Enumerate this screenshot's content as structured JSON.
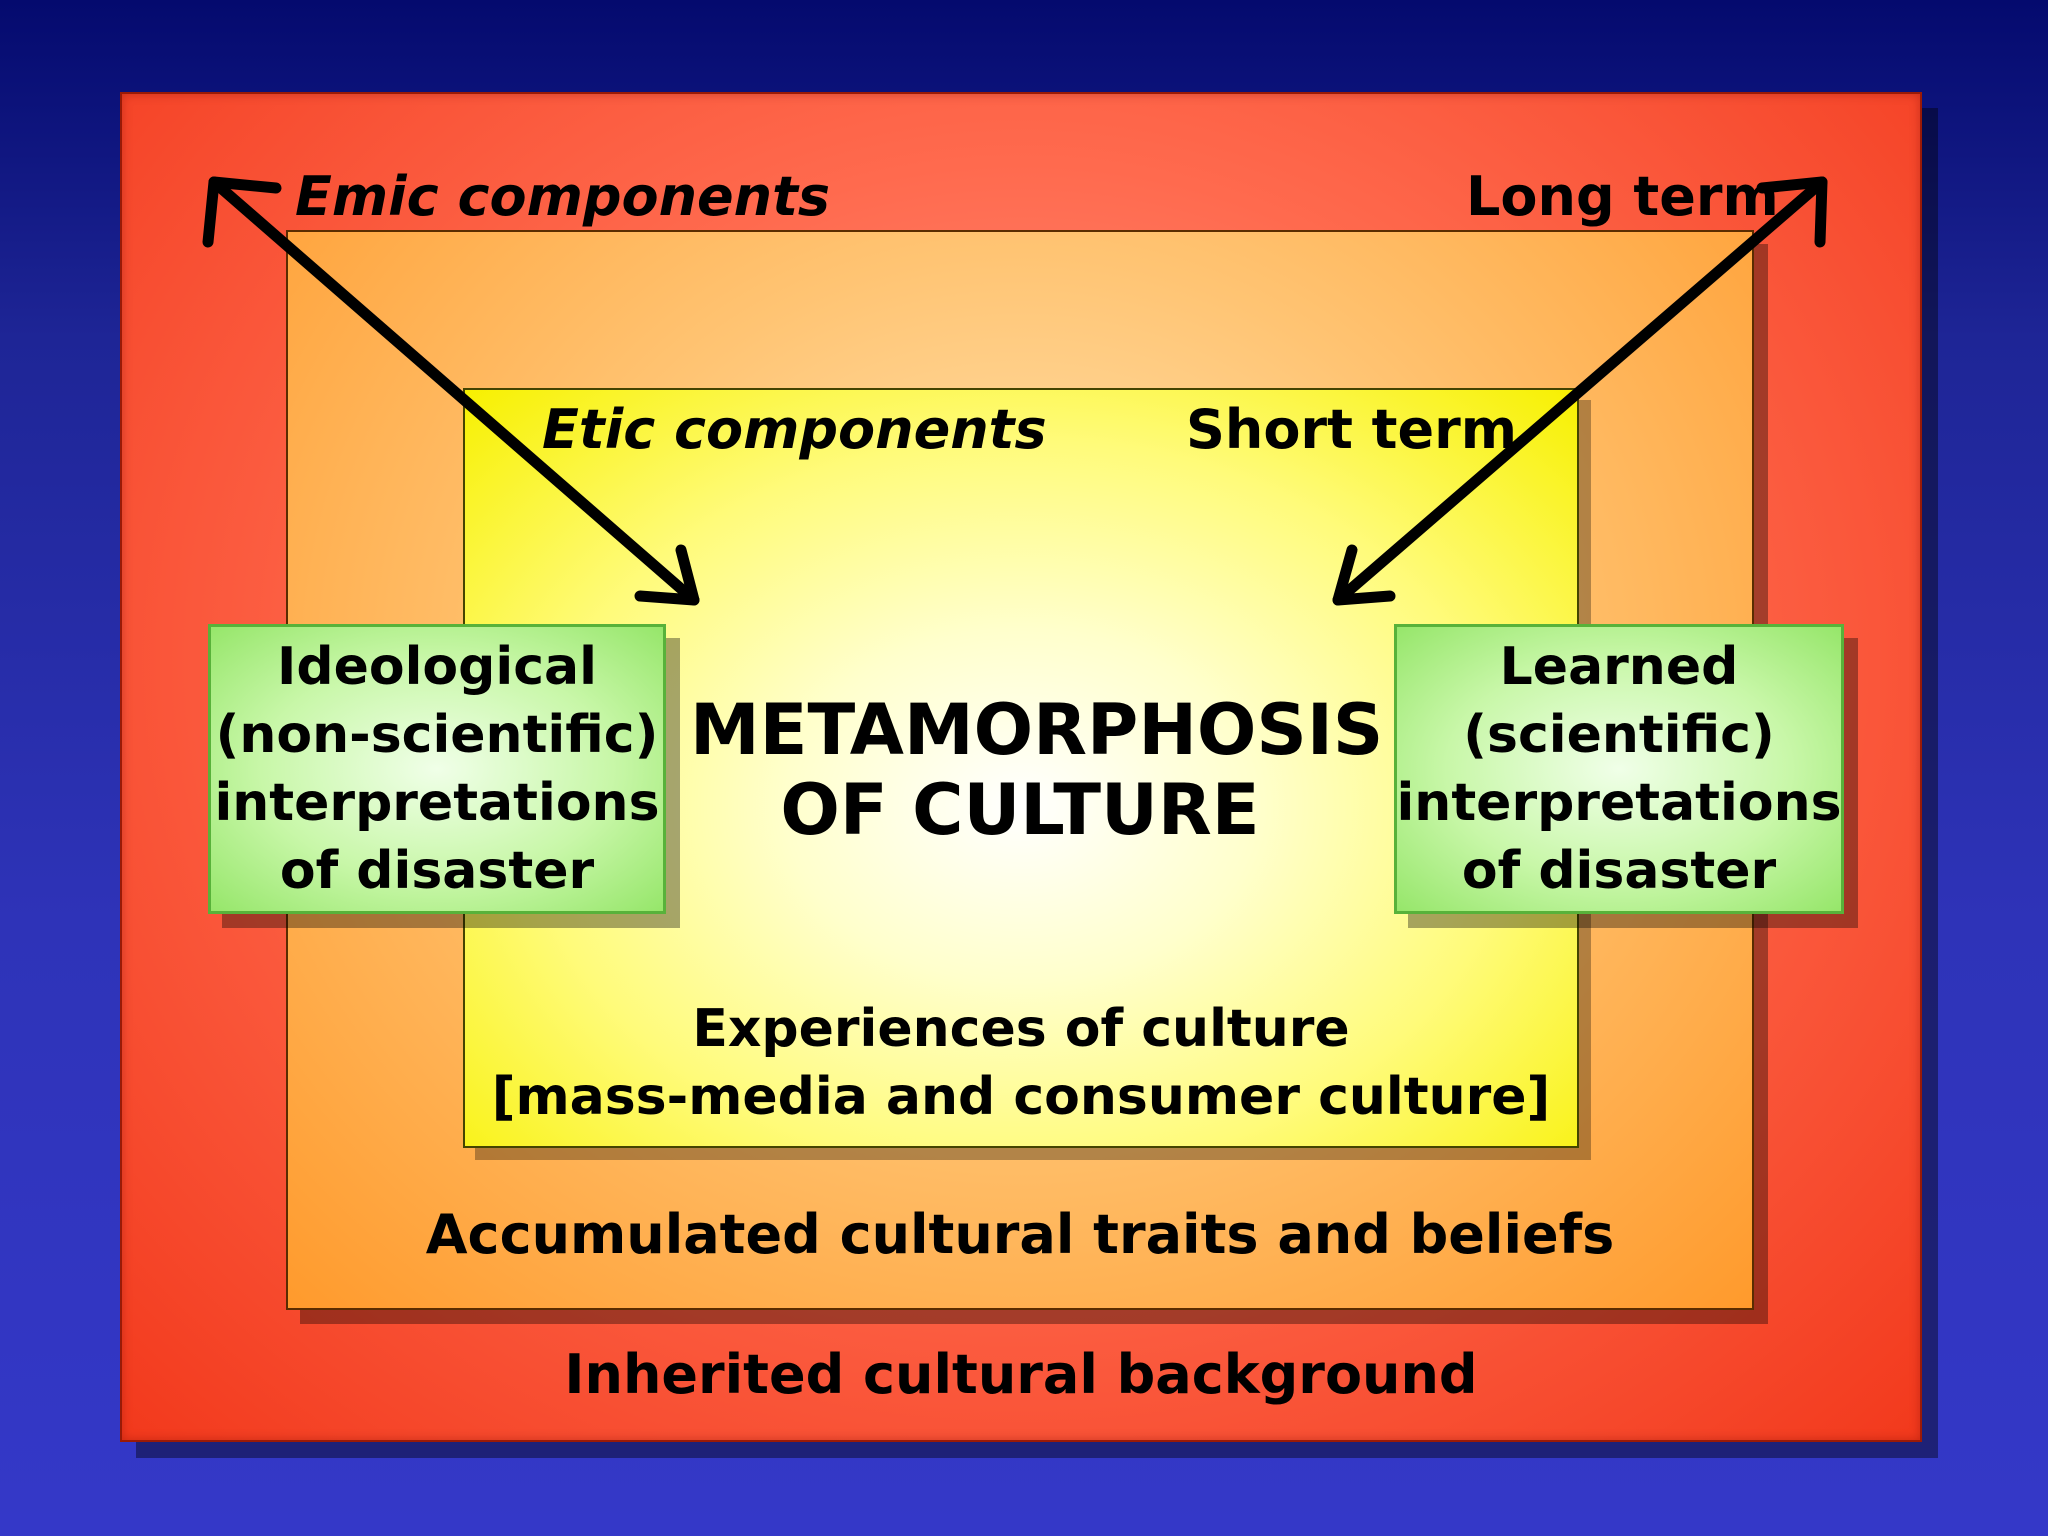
{
  "outer": {
    "label": "Inherited cultural background",
    "color": "#f2391c"
  },
  "middle": {
    "label": "Accumulated cultural traits and beliefs",
    "color": "#ff9a2c"
  },
  "inner": {
    "lines": [
      "Experiences of culture",
      "[mass-media and consumer culture]"
    ],
    "color": "#f7f000"
  },
  "center": {
    "lines": [
      "METAMORPHOSIS",
      "OF CULTURE"
    ]
  },
  "corners": {
    "top_left": "Emic components",
    "top_right": "Long term",
    "inner_left": "Etic components",
    "inner_right": "Short term"
  },
  "left_box": {
    "lines": [
      "Ideological",
      "(non-scientific)",
      "interpretations",
      "of disaster"
    ],
    "color": "#96e66a"
  },
  "right_box": {
    "lines": [
      "Learned",
      "(scientific)",
      "interpretations",
      "of disaster"
    ],
    "color": "#96e66a"
  },
  "background": {
    "top": "#040a6e",
    "bottom": "#3438c8"
  },
  "arrows": {
    "style": "double-headed",
    "color": "#000000"
  }
}
